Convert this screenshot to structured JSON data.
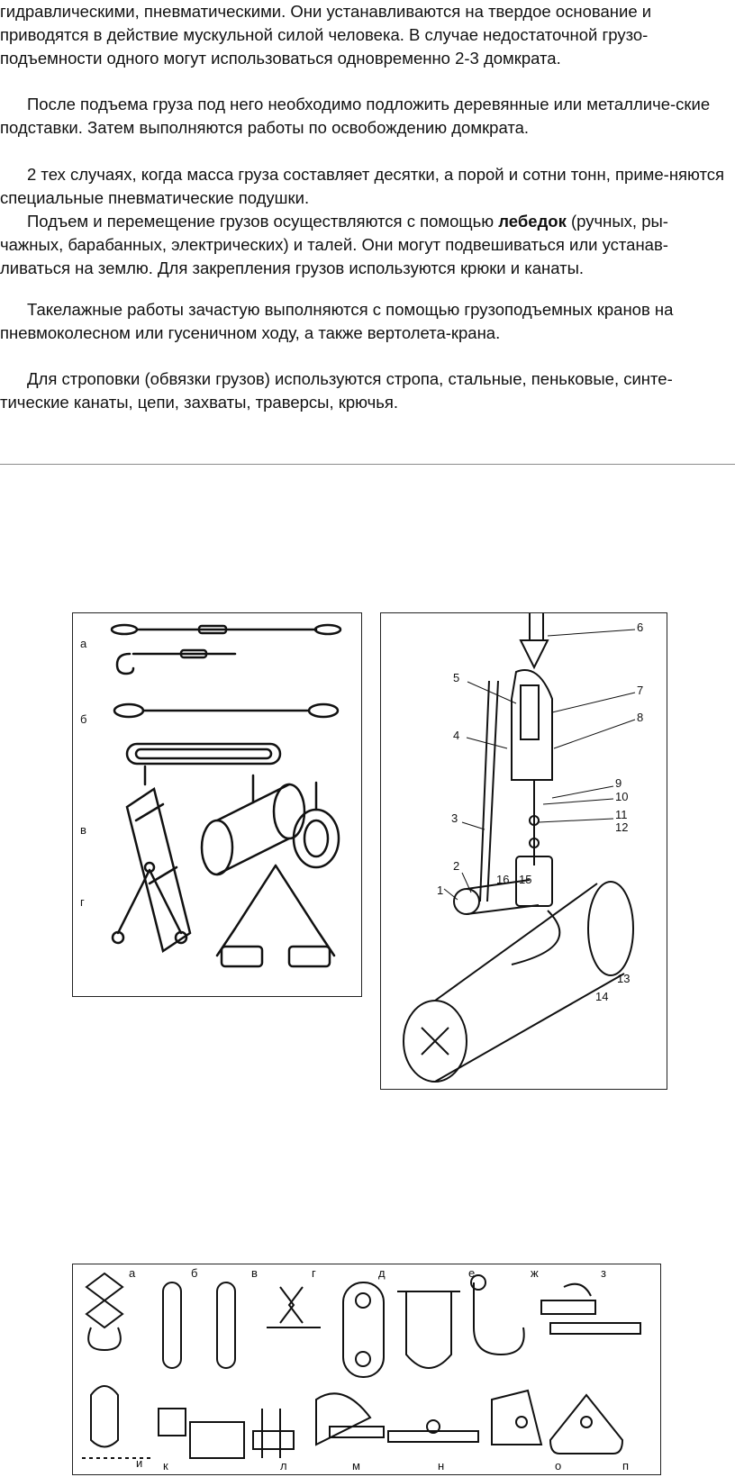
{
  "text": {
    "p1": "гидравлическими, пневматическими. Они устанавливаются на твердое основание и приводятся в действие мускульной силой человека. В случае недостаточной грузо-подъемности одного могут использоваться одновременно 2-3 домкрата.",
    "p2": "После подъема груза под него необходимо подложить деревянные или металличе-ские подставки. Затем выполняются работы по освобождению домкрата.",
    "p3": "2  тех случаях, когда масса груза составляет десятки, а порой и сотни тонн, приме-няются специальные пневматические подушки.",
    "p4_before": "Подъем и перемещение грузов осуществляются с помощью ",
    "p4_bold": "лебедок",
    "p4_after": " (ручных, ры-чажных, барабанных, электрических) и талей. Они могут подвешиваться или устанав-ливаться на землю. Для закрепления грузов используются крюки и канаты.",
    "p5": "Такелажные работы зачастую выполняются с помощью грузоподъемных кранов на пневмоколесном или гусеничном ходу, а также вертолета-крана.",
    "p6": "Для строповки (обвязки грузов) используются стропа, стальные, пеньковые, синте-тические канаты, цепи, захваты, траверсы, крючья."
  },
  "figure1": {
    "labels": [
      "а",
      "б",
      "в",
      "г"
    ]
  },
  "figure2": {
    "labels": [
      "1",
      "2",
      "3",
      "4",
      "5",
      "6",
      "7",
      "8",
      "9",
      "10",
      "11",
      "12",
      "13",
      "14",
      "15",
      "16"
    ]
  },
  "figure3": {
    "top_labels": [
      "а",
      "б",
      "в",
      "г",
      "д",
      "е",
      "ж",
      "з"
    ],
    "bottom_labels": [
      "и",
      "к",
      "л",
      "м",
      "н",
      "о",
      "п"
    ]
  }
}
